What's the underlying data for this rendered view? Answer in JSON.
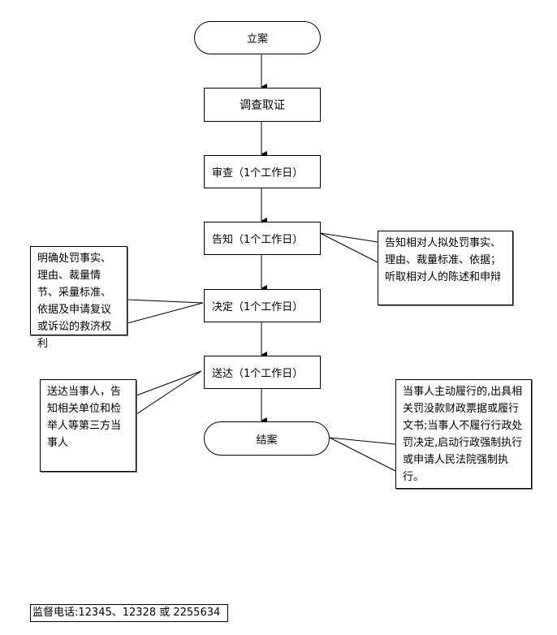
{
  "flowchart": {
    "steps": [
      {
        "id": "start",
        "label": "立案",
        "shape": "terminal"
      },
      {
        "id": "investigate",
        "label": "调查取证",
        "shape": "process"
      },
      {
        "id": "review",
        "label": "审查（1个工作日）",
        "shape": "process"
      },
      {
        "id": "notify",
        "label": "告知（1个工作日）",
        "shape": "process"
      },
      {
        "id": "decide",
        "label": "决定（1个工作日）",
        "shape": "process"
      },
      {
        "id": "deliver",
        "label": "送达（1个工作日）",
        "shape": "process"
      },
      {
        "id": "close",
        "label": "结案",
        "shape": "terminal"
      }
    ],
    "notes": {
      "notify": "告知相对人拟处罚事实、理由、裁量标准、依据；听取相对人的陈述和申辩",
      "decide": "明确处罚事实、理由、裁量情节、采量标准、依据及申请复议或诉讼的救济权利",
      "deliver": "送达当事人，告知相关单位和检举人等第三方当事人",
      "close": "当事人主动履行的,出具相关罚没款财政票据或履行文书;当事人不履行行政处罚决定,启动行政强制执行或申请人民法院强制执行。"
    }
  },
  "footer": {
    "supervision_phone": "监督电话:12345、12328 或 2255634"
  }
}
